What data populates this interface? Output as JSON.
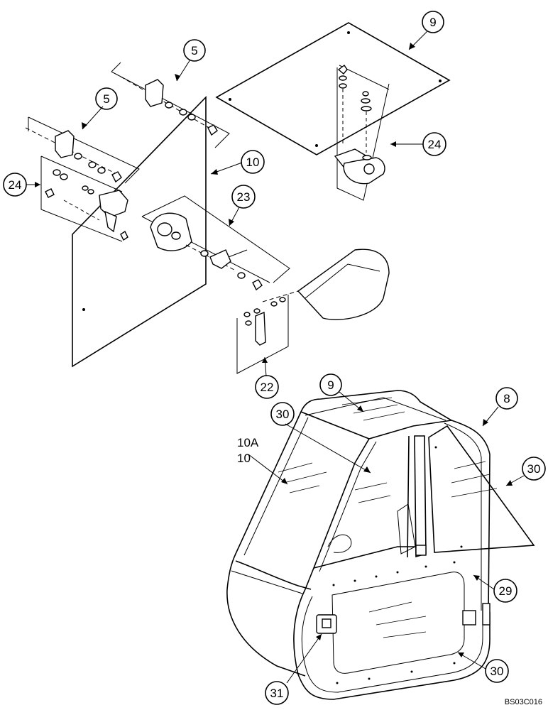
{
  "callouts": {
    "c5a": "5",
    "c5b": "5",
    "c9_top": "9",
    "c10_top": "10",
    "c24_left": "24",
    "c24_right": "24",
    "c23": "23",
    "c22": "22",
    "c9_cab": "9",
    "c8": "8",
    "c30_top": "30",
    "c30_right": "30",
    "c29": "29",
    "c30_bottom": "30",
    "c31": "31"
  },
  "labels": {
    "label_10a": "10A",
    "label_10": "10"
  },
  "reference_code": "BS03C016"
}
